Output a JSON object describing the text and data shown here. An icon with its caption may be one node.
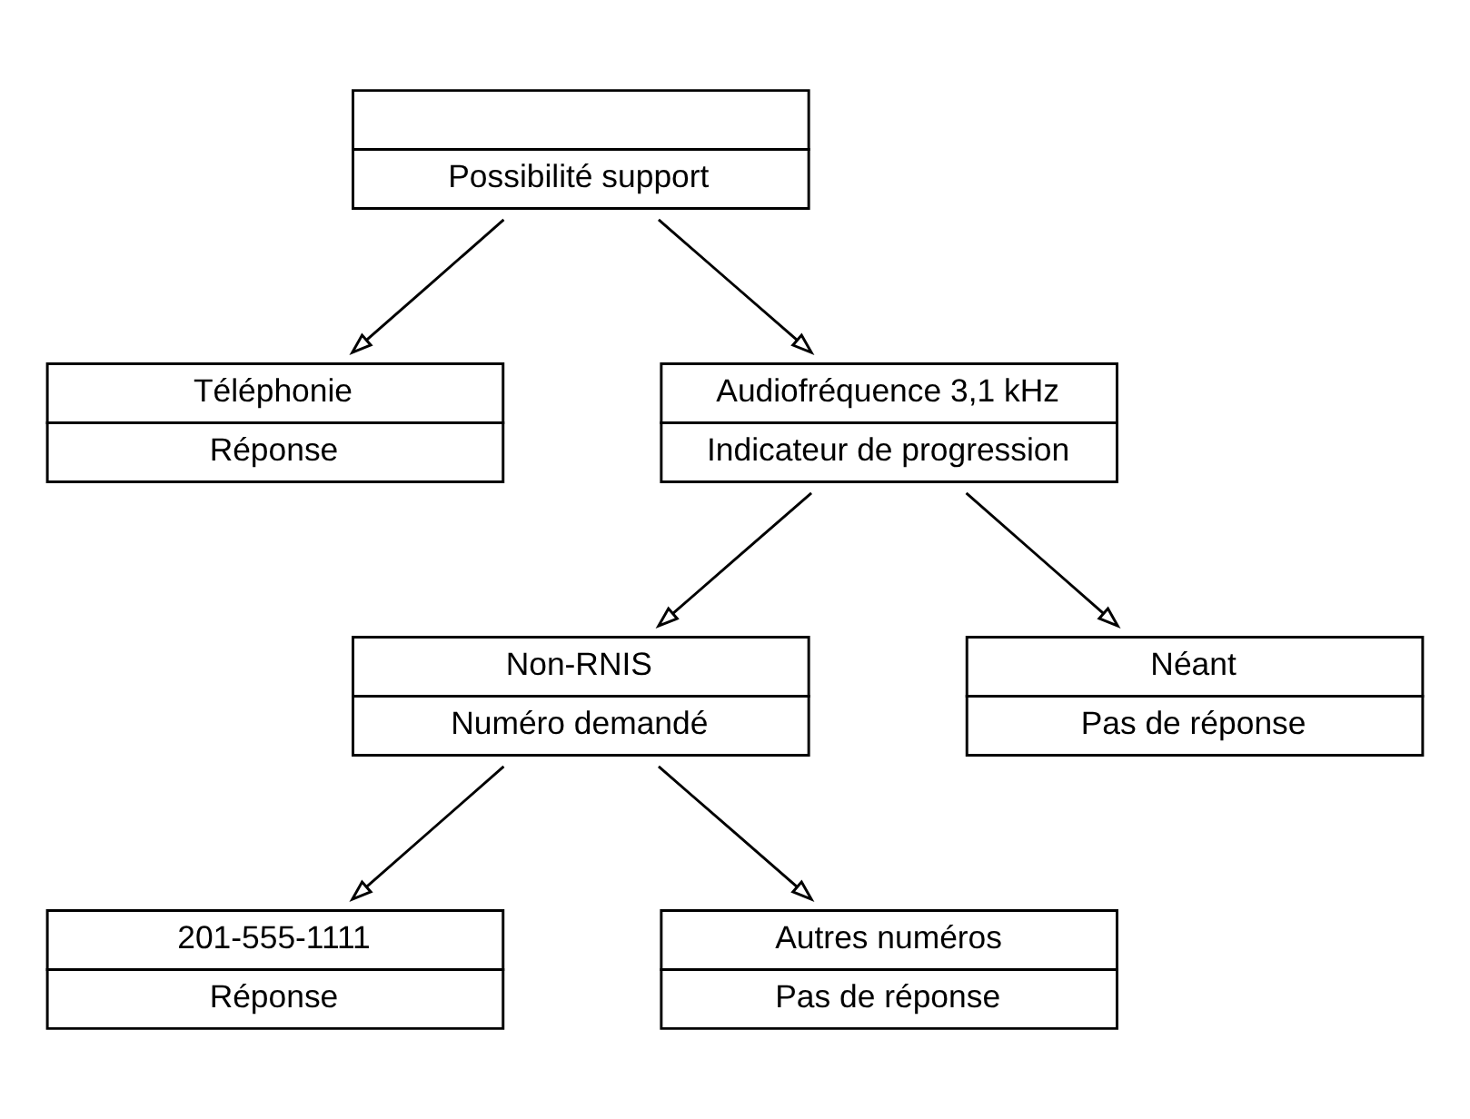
{
  "diagram": {
    "nodes": [
      {
        "text": [
          "Possibilité support"
        ]
      },
      {
        "text": [
          "Téléphonie",
          "Réponse"
        ]
      },
      {
        "text": [
          "Audiofréquence 3,1 kHz",
          "Indicateur de progression"
        ]
      },
      {
        "text": [
          "Non-RNIS",
          "Numéro demandé"
        ]
      },
      {
        "text": [
          "Néant",
          "Pas de réponse"
        ]
      },
      {
        "text": [
          "201-555-1111",
          "Réponse"
        ]
      },
      {
        "text": [
          "Autres numéros",
          "Pas de réponse"
        ]
      }
    ],
    "edges": [
      {
        "from": 0,
        "to": 1,
        "arrow": "to"
      },
      {
        "from": 0,
        "to": 2,
        "arrow": "to"
      },
      {
        "from": 2,
        "to": 3,
        "arrow": "to"
      },
      {
        "from": 2,
        "to": 4,
        "arrow": "to"
      },
      {
        "from": 3,
        "to": 5,
        "arrow": "to"
      },
      {
        "from": 3,
        "to": 6,
        "arrow": "to"
      }
    ]
  }
}
